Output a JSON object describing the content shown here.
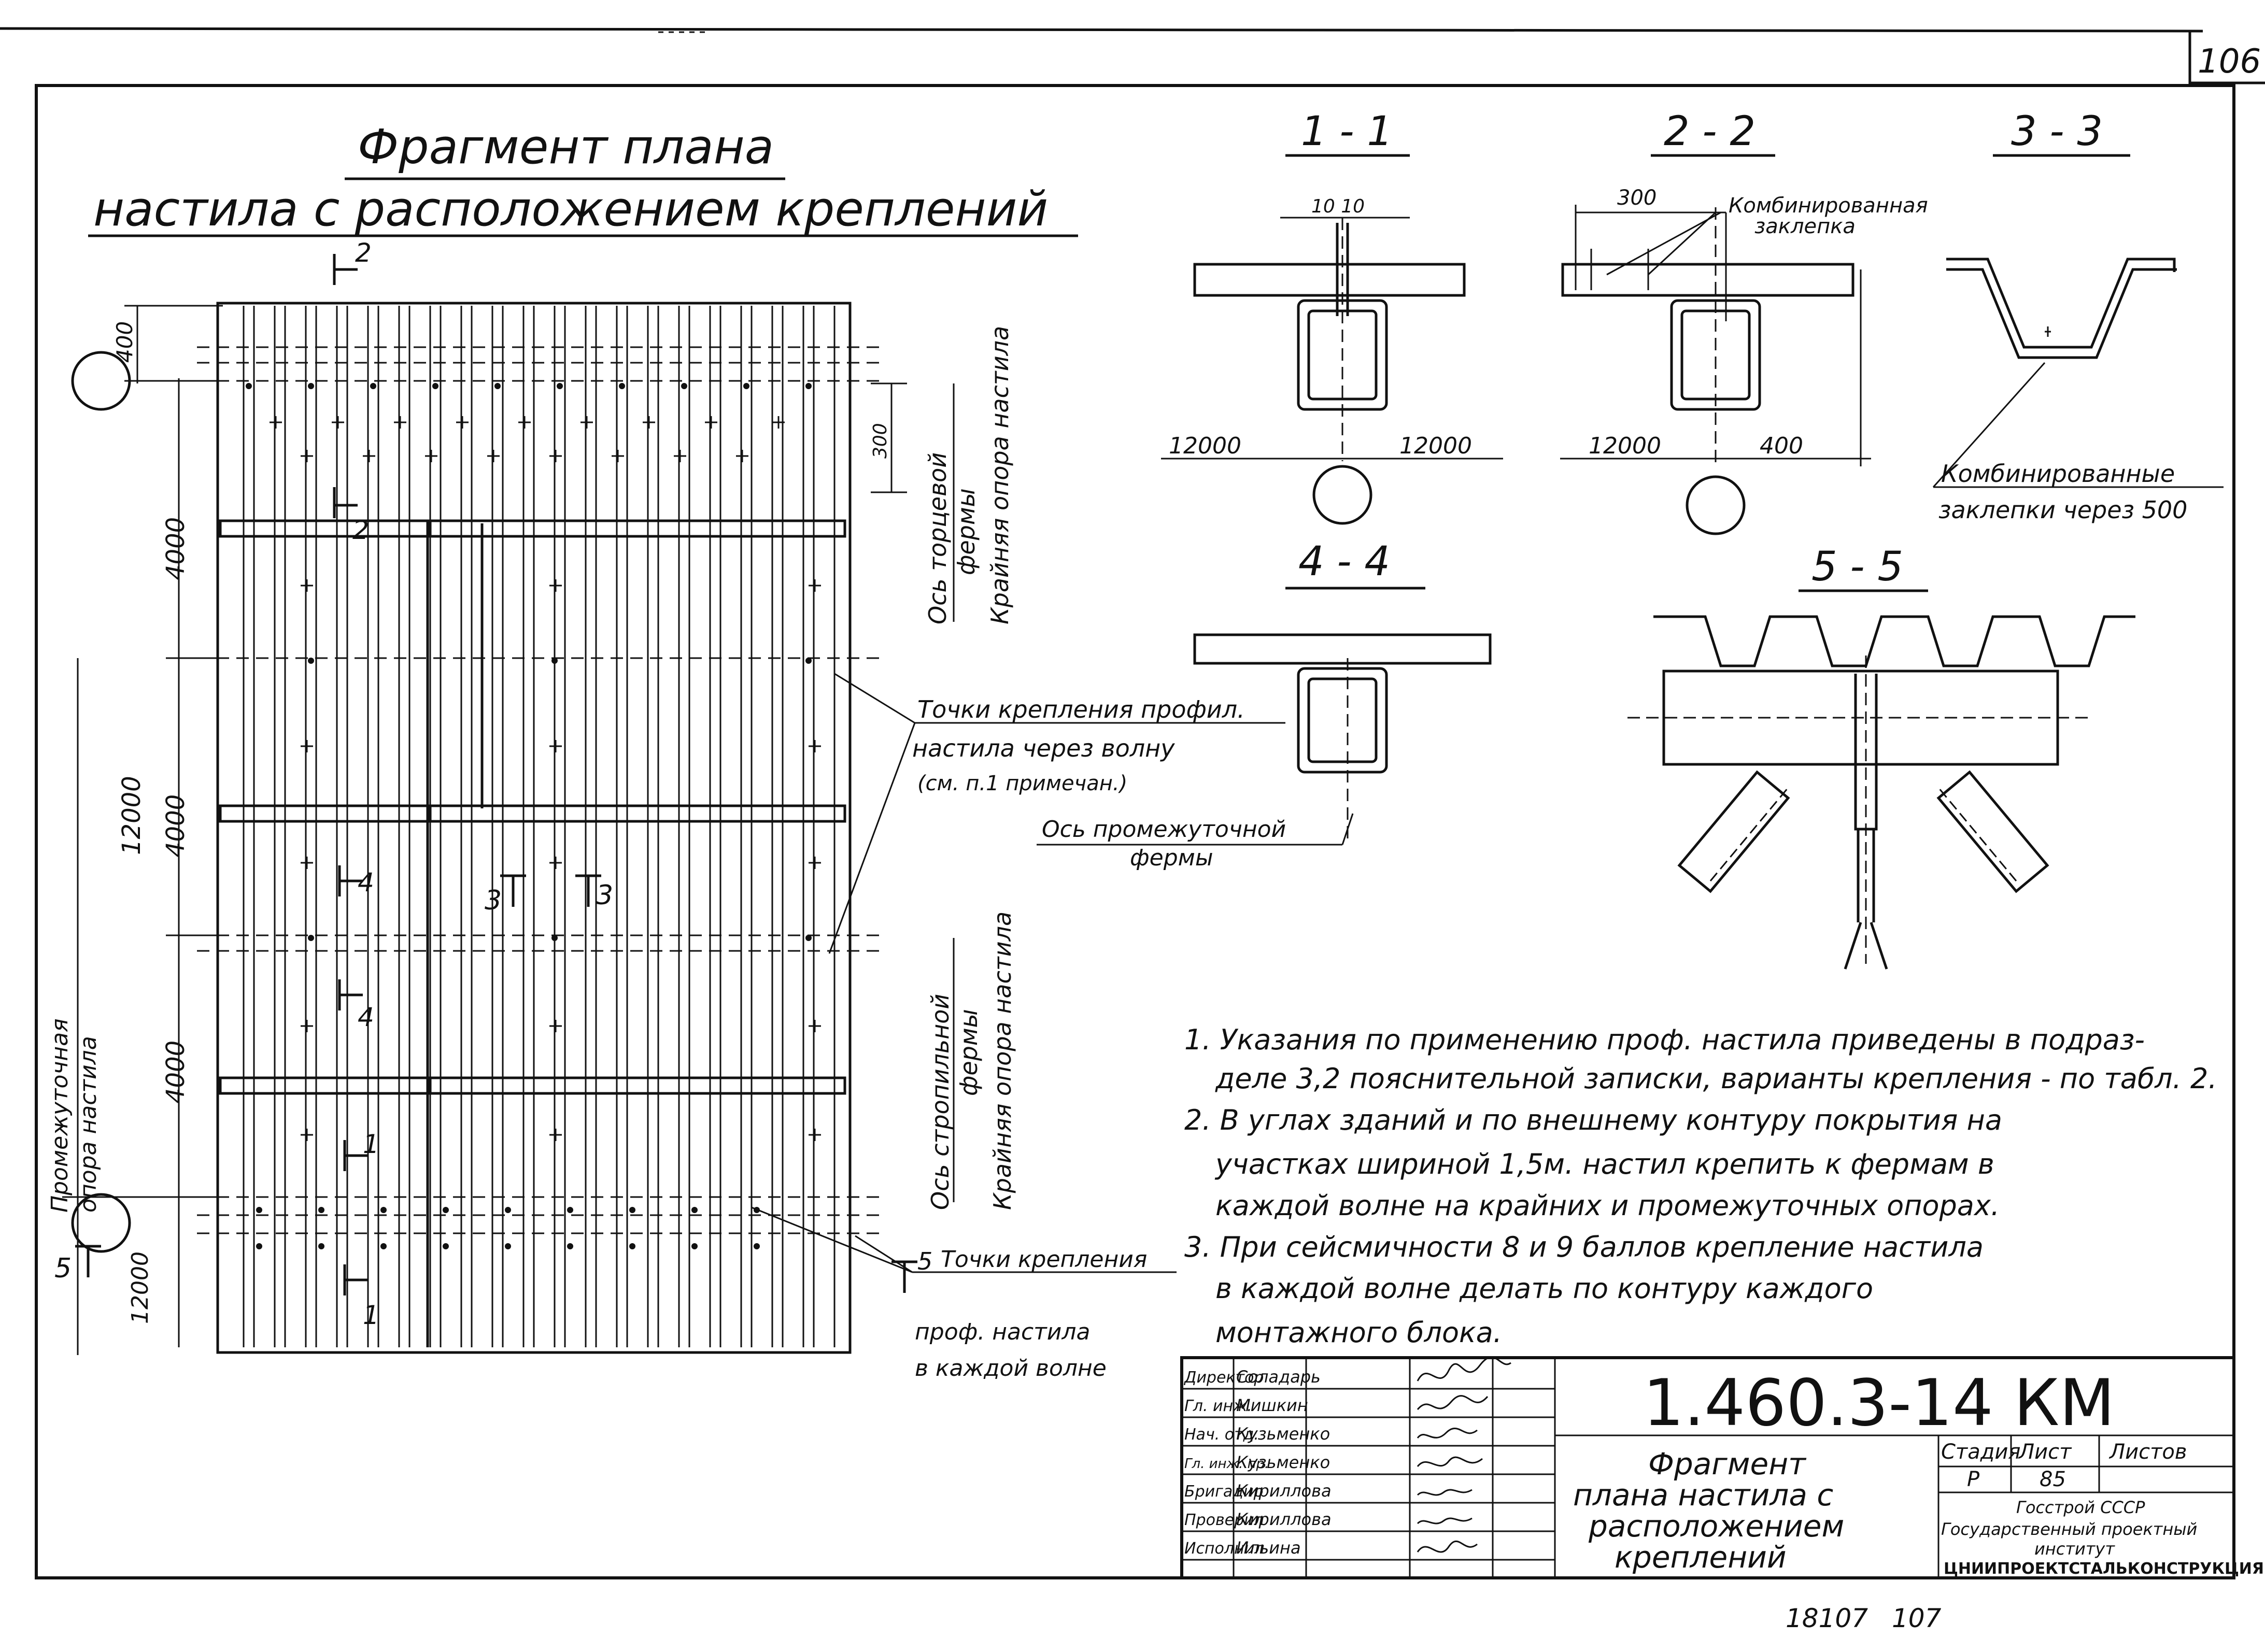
{
  "sheet": {
    "corner_number": "106",
    "footer_left": "18107",
    "footer_right": "107"
  },
  "plan": {
    "title_line1": "Фрагмент плана",
    "title_line2": "настила с расположением креплений",
    "dim_400": "400",
    "dim_4000_a": "4000",
    "dim_4000_b": "4000",
    "dim_4000_c": "4000",
    "dim_12000_a": "12000",
    "dim_12000_b": "12000",
    "dim_300": "300",
    "cut2_top": "2",
    "cut2_bottom": "2",
    "cut4_top": "4",
    "cut4_bottom": "4",
    "cut1_top": "1",
    "cut1_bottom": "1",
    "cut3_left": "3",
    "cut3_right": "3",
    "cut5_left": "5",
    "cut5_right": "5",
    "axis_end_truss_1": "Ось торцевой",
    "axis_end_truss_2": "фермы",
    "axis_end_truss_3": "Крайняя опора настила",
    "axis_rafter_truss_1": "Ось стропильной",
    "axis_rafter_truss_2": "фермы",
    "axis_rafter_truss_3": "Крайняя опора настила",
    "interm_support_1": "Промежуточная",
    "interm_support_2": "опора настила",
    "callout1_line1": "Точки крепления профил.",
    "callout1_line2": "настила через волну",
    "callout1_line3": "(см. п.1 примечан.)",
    "callout2_line1": "Ось промежуточной",
    "callout2_line2": "фермы",
    "callout3_line1": "Точки крепления",
    "callout3_line2": "проф. настила",
    "callout3_line3": "в каждой волне"
  },
  "sections": {
    "s11": {
      "label": "1 - 1",
      "dim_top": "10 10",
      "dim_left": "12000",
      "dim_right": "12000"
    },
    "s22": {
      "label": "2 - 2",
      "dim_top": "300",
      "note1": "Комбинированная",
      "note2": "заклепка",
      "dim_left": "12000",
      "dim_right": "400"
    },
    "s33": {
      "label": "3 - 3",
      "note1": "Комбинированные",
      "note2": "заклепки через 500"
    },
    "s44": {
      "label": "4 - 4"
    },
    "s55": {
      "label": "5 - 5"
    }
  },
  "notes": {
    "n1a": "1. Указания по применению проф. настила приведены в подраз-",
    "n1b": "деле 3,2 пояснительной записки, варианты крепления - по табл. 2.",
    "n2a": "2. В углах зданий и по внешнему контуру покрытия на",
    "n2b": "участках шириной 1,5м. настил крепить к фермам в",
    "n2c": "каждой волне на крайних и промежуточных опорах.",
    "n3a": "3. При сейсмичности 8 и 9 баллов крепление настила",
    "n3b": "в каждой волне делать по контуру каждого",
    "n3c": "монтажного блока."
  },
  "title_block": {
    "code": "1.460.3-14 КМ",
    "drawing_title_1": "Фрагмент",
    "drawing_title_2": "плана настила с",
    "drawing_title_3": "расположением",
    "drawing_title_4": "креплений",
    "stage_header": "Стадия",
    "sheet_header": "Лист",
    "sheets_header": "Листов",
    "stage_value": "Р",
    "sheet_value": "85",
    "org1": "Госстрой СССР",
    "org2": "Государственный проектный",
    "org3": "институт",
    "org4": "ЦНИИПРОЕКТСТАЛЬКОНСТРУКЦИЯ",
    "roles": [
      {
        "role": "Директор",
        "name": "Соладарь"
      },
      {
        "role": "Гл. инж.",
        "name": "Мишкин"
      },
      {
        "role": "Нач. отд.",
        "name": "Кузьменко"
      },
      {
        "role": "Гл. инж. пр.",
        "name": "Кузьменко"
      },
      {
        "role": "Бригадир",
        "name": "Кириллова"
      },
      {
        "role": "Проверил",
        "name": "Кириллова"
      },
      {
        "role": "Исполнил",
        "name": "Ильина"
      }
    ]
  },
  "colors": {
    "ink": "#111111",
    "paper": "#ffffff"
  }
}
